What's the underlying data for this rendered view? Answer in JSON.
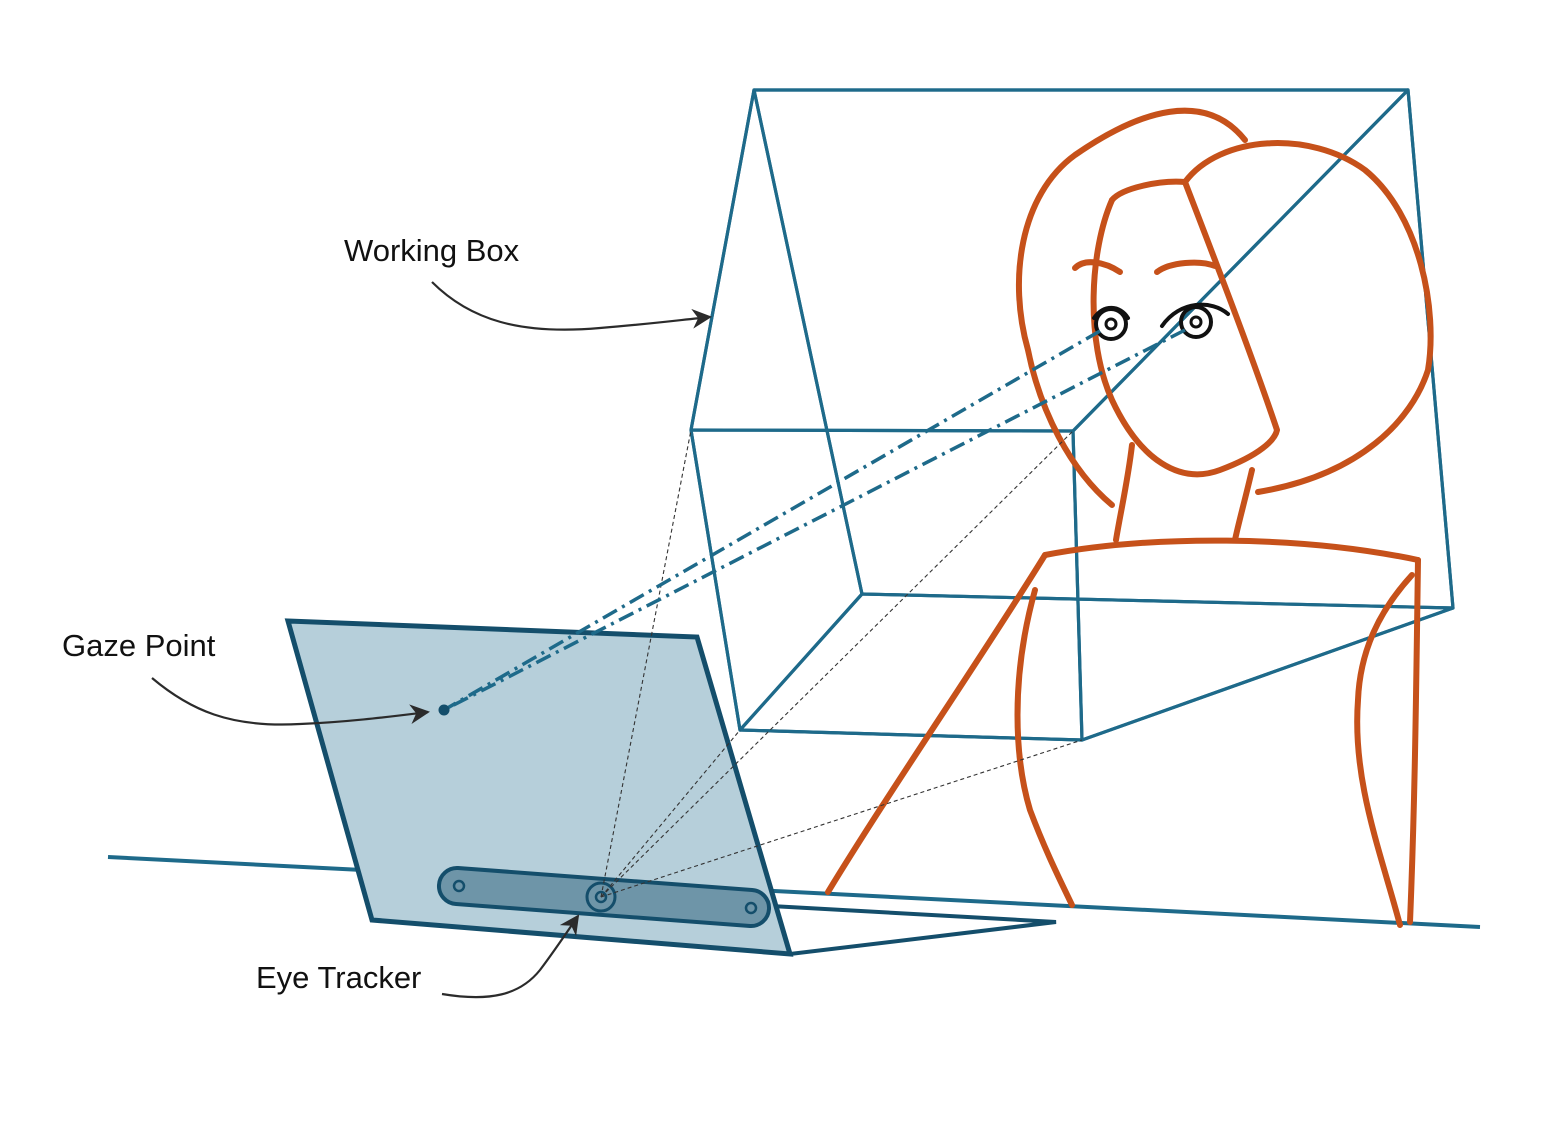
{
  "labels": {
    "working_box": "Working Box",
    "gaze_point": "Gaze Point",
    "eye_tracker": "Eye Tracker"
  },
  "colors": {
    "box_stroke": "#1e6a8a",
    "box_fill": "#c3dde8",
    "laptop_screen_fill": "#b6cfda",
    "laptop_stroke": "#144e6b",
    "tracker_fill": "#6e95a8",
    "person_stroke": "#c6511a",
    "floor": "#1e6a8a",
    "gaze_line": "#1e6a8a",
    "face_ink": "#111111"
  }
}
